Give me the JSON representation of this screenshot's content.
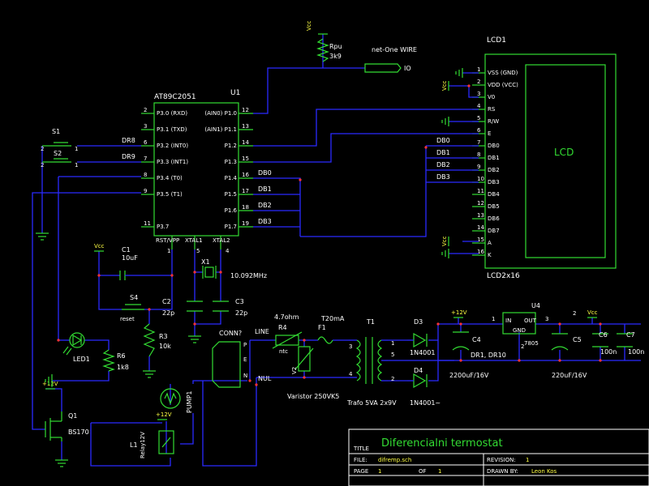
{
  "title_block": {
    "title_label": "TITLE",
    "title": "Diferencialni termostat",
    "file_label": "FILE:",
    "file": "difremp.sch",
    "revision_label": "REVISION:",
    "revision": "1",
    "page_label": "PAGE",
    "page": "1",
    "of_label": "OF",
    "of": "1",
    "drawn_label": "DRAWN BY:",
    "drawn": "Leon Kos"
  },
  "u1": {
    "ref": "U1",
    "part": "AT89C2051",
    "left_pins": [
      {
        "num": "2",
        "name": "P3.0 (RXD)"
      },
      {
        "num": "3",
        "name": "P3.1 (TXD)"
      },
      {
        "num": "6",
        "name": "P3.2 (INT0)"
      },
      {
        "num": "7",
        "name": "P3.3 (INT1)"
      },
      {
        "num": "8",
        "name": "P3.4 (T0)"
      },
      {
        "num": "9",
        "name": "P3.5 (T1)"
      },
      {
        "num": "11",
        "name": "P3.7"
      }
    ],
    "right_pins": [
      {
        "num": "12",
        "name": "(AIN0) P1.0"
      },
      {
        "num": "13",
        "name": "(AIN1) P1.1"
      },
      {
        "num": "14",
        "name": "P1.2"
      },
      {
        "num": "15",
        "name": "P1.3"
      },
      {
        "num": "16",
        "name": "P1.4"
      },
      {
        "num": "17",
        "name": "P1.5"
      },
      {
        "num": "18",
        "name": "P1.6"
      },
      {
        "num": "19",
        "name": "P1.7"
      }
    ],
    "bottom_pins": [
      "RST/VPP",
      "XTAL1",
      "XTAL2"
    ],
    "bottom_nums": [
      "1",
      "5",
      "4"
    ]
  },
  "lcd": {
    "ref": "LCD1",
    "part": "LCD2x16",
    "label": "LCD",
    "pins": [
      {
        "num": "1",
        "name": "VSS (GND)"
      },
      {
        "num": "2",
        "name": "VDD (VCC)"
      },
      {
        "num": "3",
        "name": "V0"
      },
      {
        "num": "4",
        "name": "RS"
      },
      {
        "num": "5",
        "name": "R/W"
      },
      {
        "num": "6",
        "name": "E"
      },
      {
        "num": "7",
        "name": "DB0"
      },
      {
        "num": "8",
        "name": "DB1"
      },
      {
        "num": "9",
        "name": "DB2"
      },
      {
        "num": "10",
        "name": "DB3"
      },
      {
        "num": "11",
        "name": "DB4"
      },
      {
        "num": "12",
        "name": "DB5"
      },
      {
        "num": "13",
        "name": "DB6"
      },
      {
        "num": "14",
        "name": "DB7"
      },
      {
        "num": "15",
        "name": "A"
      },
      {
        "num": "16",
        "name": "K"
      }
    ]
  },
  "nets": {
    "db0": "DB0",
    "db1": "DB1",
    "db2": "DB2",
    "db3": "DB3",
    "dr8": "DR8",
    "dr9": "DR9",
    "one_wire": "net-One WIRE",
    "io": "IO",
    "line": "LINE",
    "nul": "NUL",
    "vcc": "Vcc",
    "v12": "+12V"
  },
  "parts": {
    "rpu": "Rpu",
    "rpu_val": "3k9",
    "s1": "S1",
    "s2": "S2",
    "s4": "S4",
    "s4_val": "reset",
    "c1": "C1",
    "c1_val": "10uF",
    "c2": "C2",
    "c2_val": "22p",
    "c3": "C3",
    "c3_val": "22p",
    "x1": "X1",
    "x1_val": "10.092MHz",
    "r3": "R3",
    "r3_val": "10k",
    "r6": "R6",
    "r6_val": "1k8",
    "led1": "LED1",
    "q1": "Q1",
    "q1_val": "BS170",
    "l1": "L1",
    "relay": "Relay12V",
    "pump": "PUMP1",
    "conn": "CONN?",
    "conn_pins": [
      "P",
      "E",
      "N"
    ],
    "r4": "R4",
    "r4_val": "4.7ohm",
    "r4_type": "ntc",
    "f1": "F1",
    "f1_val": "T20mA",
    "v2": "V2",
    "varistor": "Varistor 250VK5",
    "t1": "T1",
    "trafo": "Trafo 5VA 2x9V",
    "d3": "D3",
    "d3_val": "1N4001",
    "d4": "D4",
    "d4_val": "1N4001~",
    "c4": "C4",
    "c4_val": "2200uF/16V",
    "dr": "DR1, DR10",
    "u4": "U4",
    "u4_val": "7805",
    "u4_in": "IN",
    "u4_out": "OUT",
    "u4_gnd": "GND",
    "c5": "C5",
    "c5_val": "220uF/16V",
    "c6": "C6",
    "c6_val": "100n",
    "c7": "C7",
    "c7_val": "100n"
  }
}
